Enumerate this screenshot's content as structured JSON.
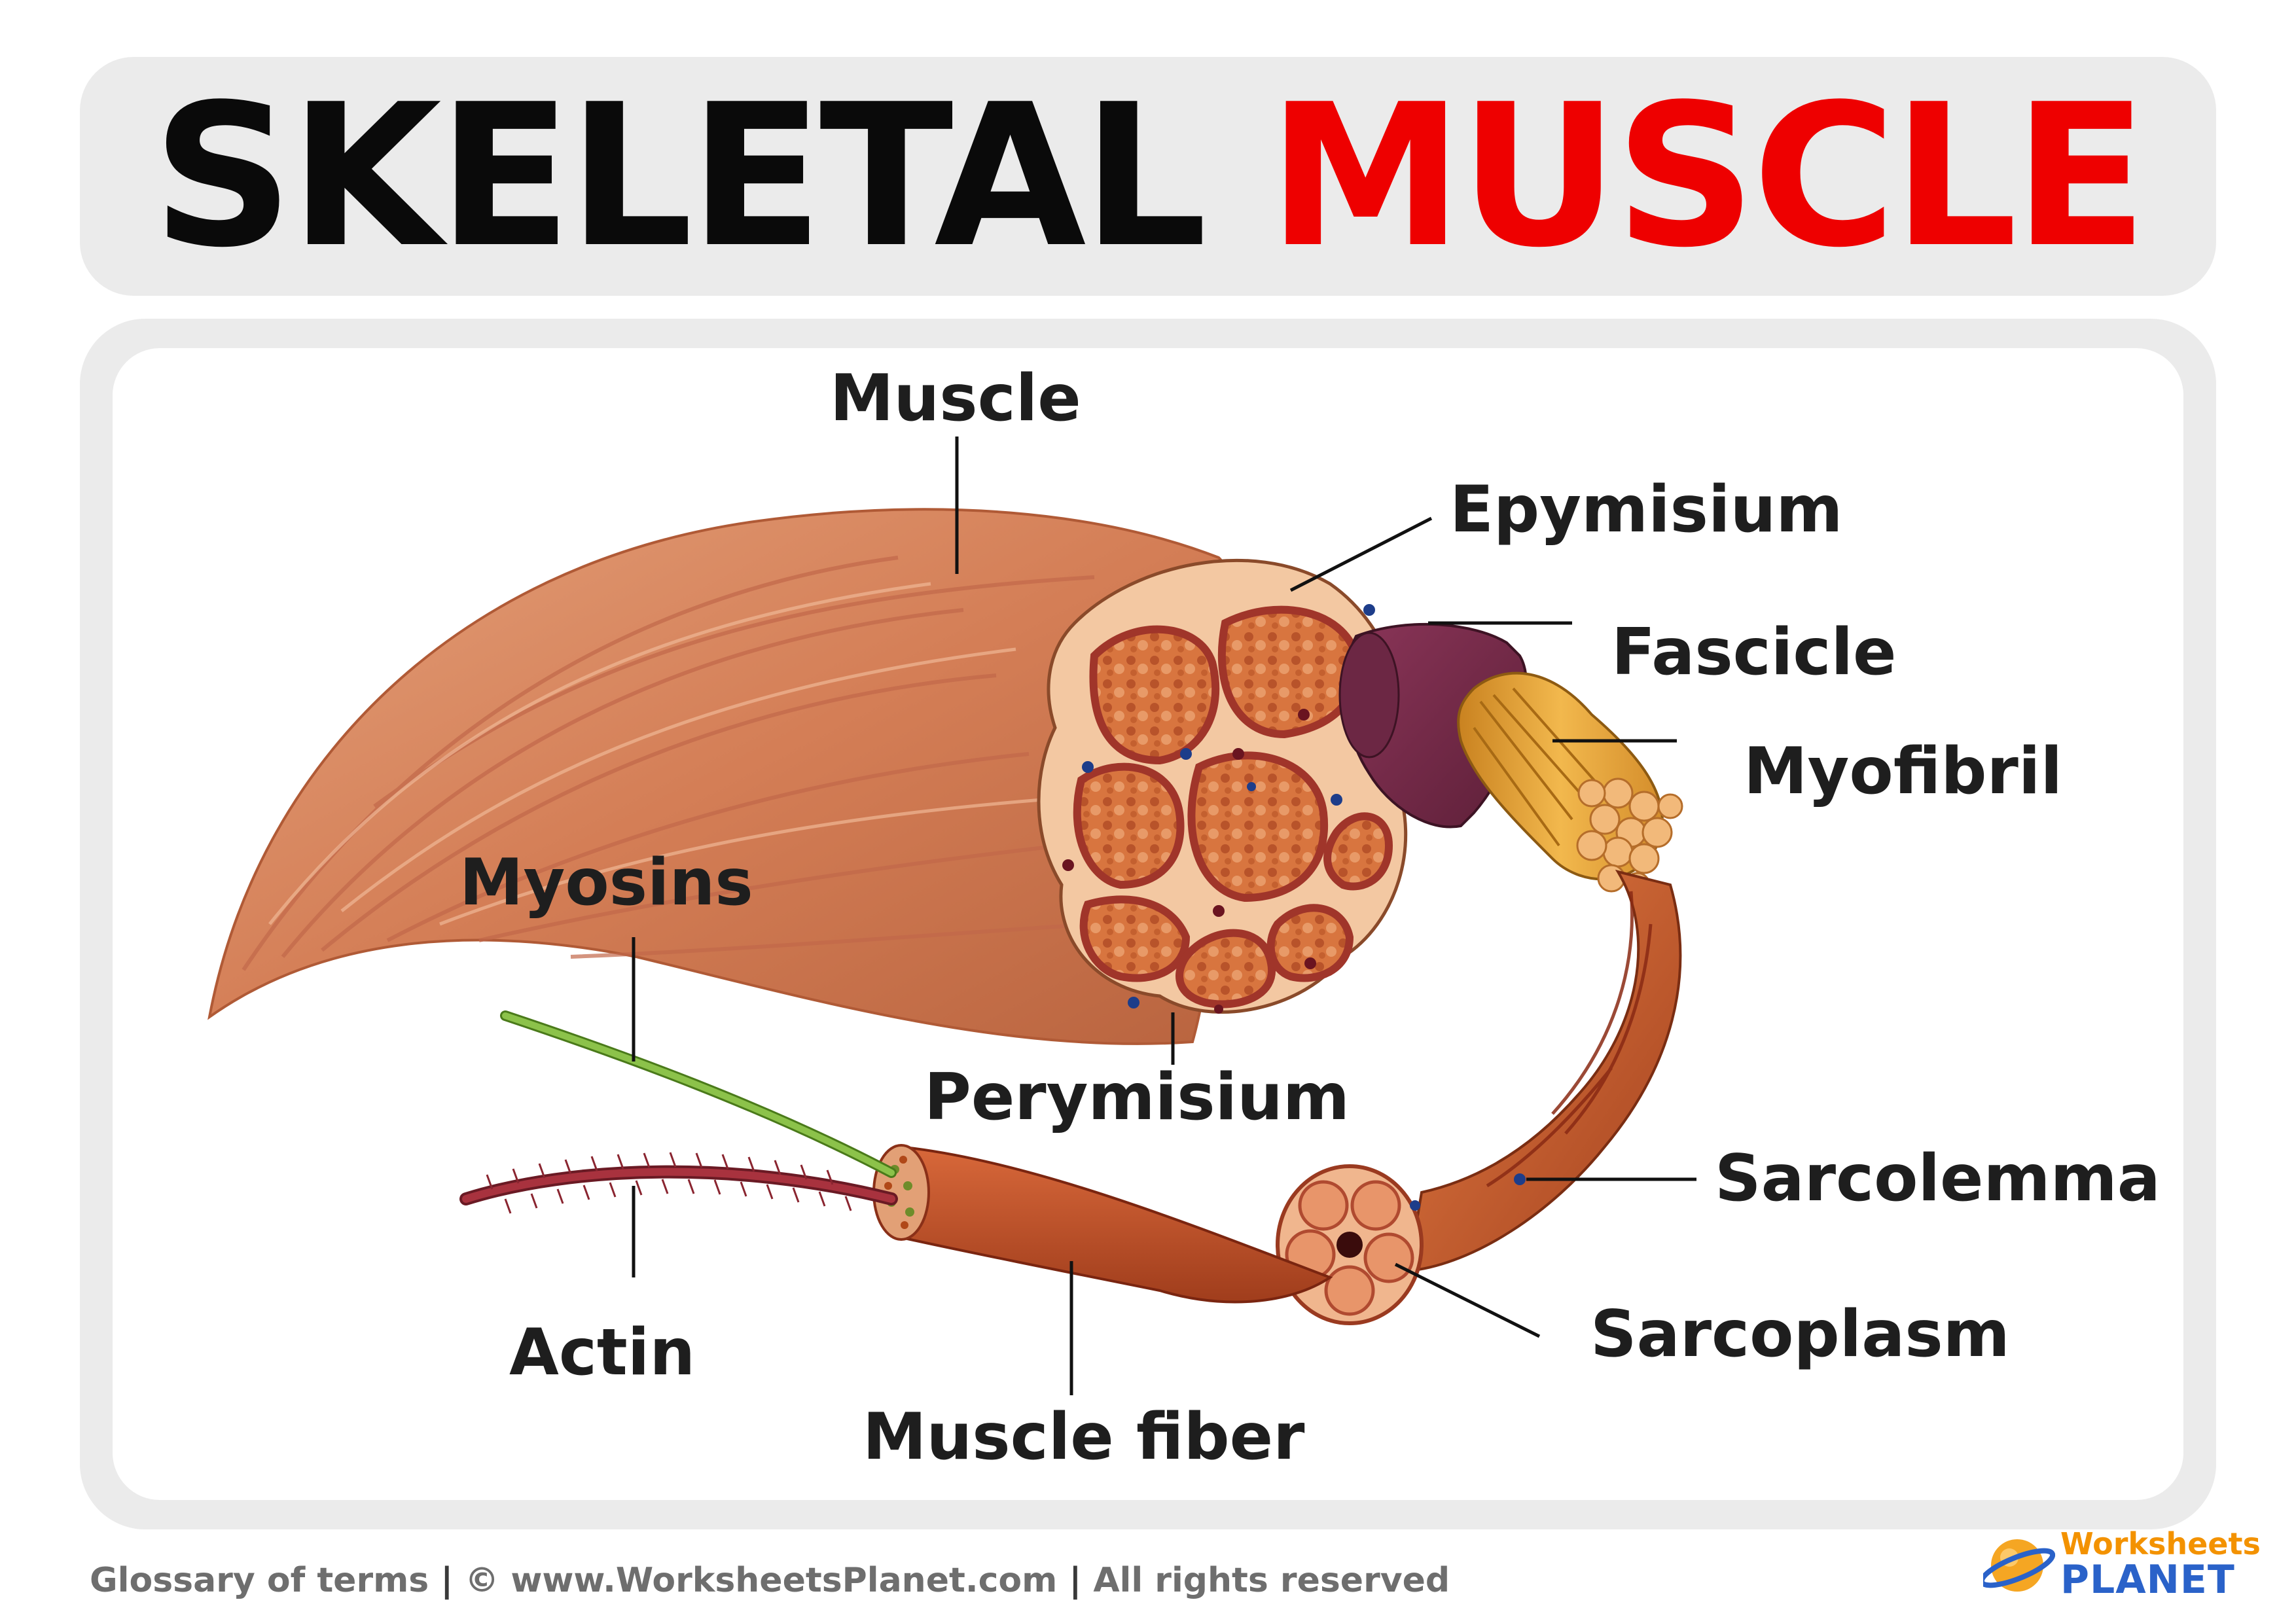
{
  "title": {
    "word1": "SKELETAL",
    "word2": "MUSCLE"
  },
  "labels": {
    "muscle": "Muscle",
    "epymisium": "Epymisium",
    "fascicle": "Fascicle",
    "myofibril": "Myofibril",
    "myosins": "Myosins",
    "perymisium": "Perymisium",
    "sarcolemma": "Sarcolemma",
    "actin": "Actin",
    "sarcoplasm": "Sarcoplasm",
    "muscle_fiber": "Muscle fiber"
  },
  "footer": {
    "glossary": "Glossary of terms",
    "separator": "|",
    "copyright": "© www.WorksheetsPlanet.com",
    "rights": "All rights reserved"
  },
  "logo": {
    "line1": "Worksheets",
    "line2": "PLANET"
  },
  "colors": {
    "title_red": "#ee0000",
    "muscle_tan": "#d88a5e",
    "fascicle_purple": "#7a2d4a",
    "myofibril_gold": "#e8a23a",
    "fiber_red": "#c85a30"
  }
}
